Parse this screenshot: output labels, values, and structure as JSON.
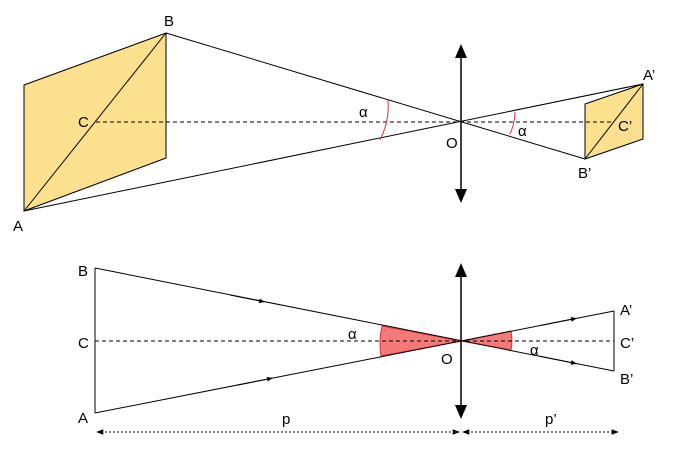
{
  "colors": {
    "image_fill": "#FCE08E",
    "angle_fill": "#F47A7A",
    "angle_arc": "#E03030",
    "line": "#000000"
  },
  "top": {
    "labels": {
      "B": "B",
      "C": "C",
      "A": "A",
      "O": "O",
      "A_prime": "A’",
      "B_prime": "B’",
      "C_prime": "C’",
      "alpha_left": "α",
      "alpha_right": "α"
    }
  },
  "bottom": {
    "labels": {
      "B": "B",
      "C": "C",
      "A": "A",
      "O": "O",
      "A_prime": "A’",
      "B_prime": "B’",
      "C_prime": "C’",
      "alpha_left": "α",
      "alpha_right": "α",
      "p": "p",
      "p_prime": "p’"
    }
  }
}
